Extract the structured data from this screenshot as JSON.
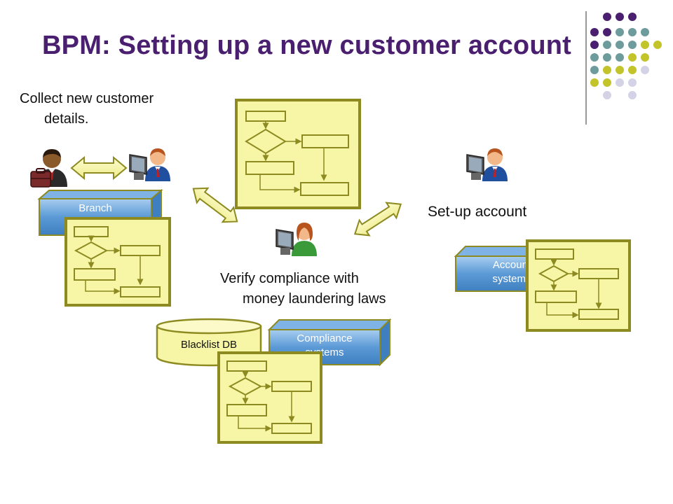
{
  "title": "BPM:  Setting up a new customer account",
  "labels": {
    "collect": [
      "Collect new customer",
      "details."
    ],
    "setup": "Set-up account",
    "verify": [
      "Verify compliance with",
      "money laundering laws"
    ]
  },
  "systems": {
    "branch": [
      "Branch"
    ],
    "compliance": [
      "Compliance",
      "systems"
    ],
    "account": [
      "Account",
      "systems"
    ],
    "blacklist": "Blacklist DB"
  },
  "colors": {
    "title": "#4b1f6f",
    "dot_purple": "#4b1f6f",
    "dot_teal": "#6e9b9b",
    "dot_olive": "#c2c42a",
    "dot_lavender": "#d4d2e6",
    "flowchart_fill": "#f7f6a6",
    "flowchart_border": "#8c8a20",
    "system_fill": "#5b9ad6",
    "arrow_fill": "#f7f6a6"
  },
  "icons": [
    "manager-icon",
    "double-arrow-icon",
    "user-computer-icon"
  ]
}
